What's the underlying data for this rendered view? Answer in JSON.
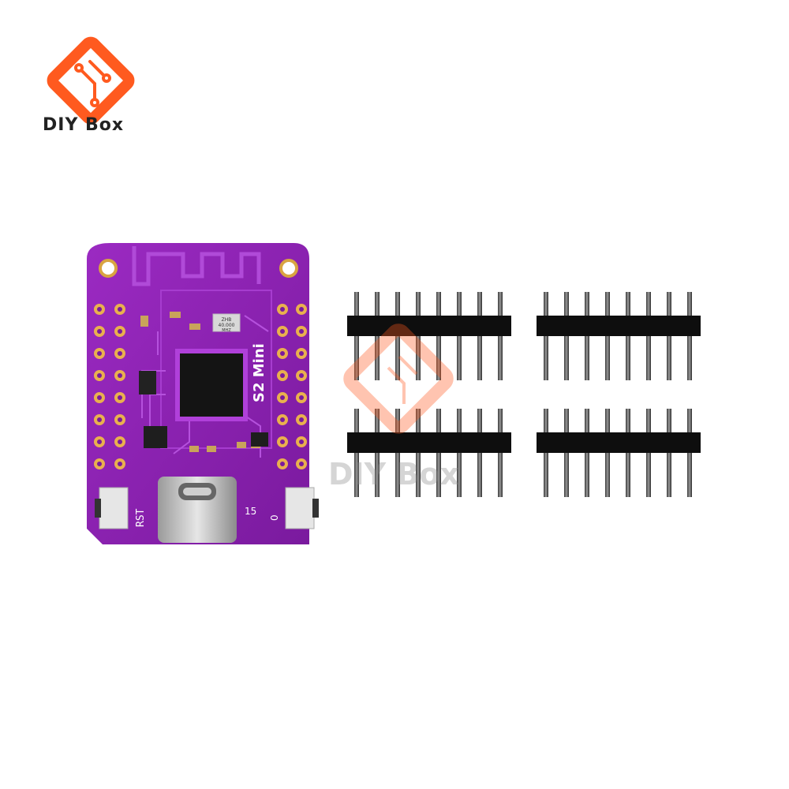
{
  "brand": {
    "name": "DIY Box",
    "primary_color": "#ff5a1f",
    "text_color": "#222222"
  },
  "board": {
    "module_label": "S2 Mini",
    "reset_button_label": "RST",
    "pin_label_a": "15",
    "pin_label_b": "0",
    "crystal_marking_1": "ZHB",
    "crystal_marking_2": "40.000",
    "crystal_marking_3": "MHZ",
    "pcb_color": "#8e1fb5",
    "connector": "usb-type-c"
  },
  "accessories": {
    "pin_header_strips": 4,
    "pins_per_strip": 8
  },
  "watermark": {
    "text": "DIY Box"
  }
}
